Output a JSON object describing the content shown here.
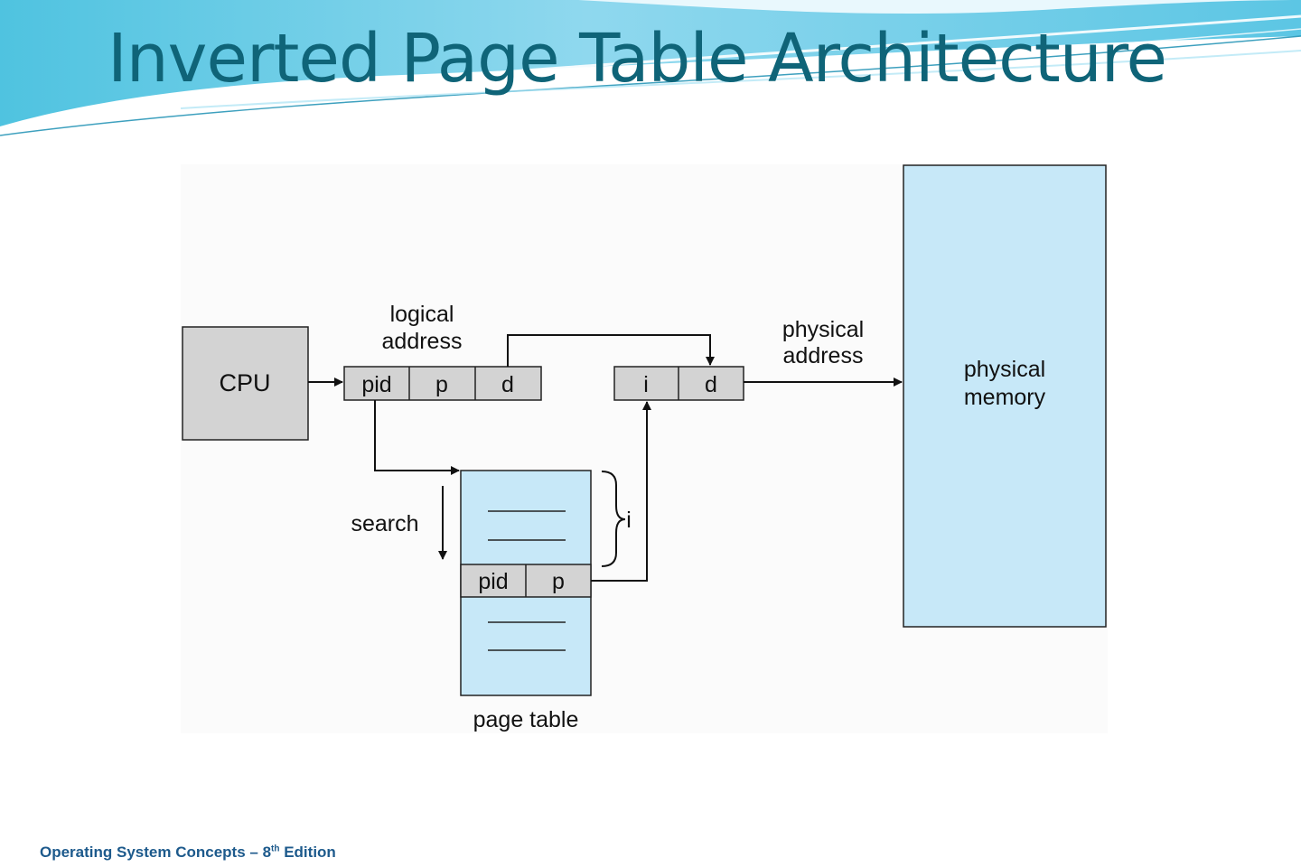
{
  "slide": {
    "title": "Inverted Page Table Architecture"
  },
  "diagram": {
    "cpu_label": "CPU",
    "logical_address_label": [
      "logical",
      "address"
    ],
    "logical_fields": [
      "pid",
      "p",
      "d"
    ],
    "physical_fields": [
      "i",
      "d"
    ],
    "physical_address_label": [
      "physical",
      "address"
    ],
    "physical_memory_label": [
      "physical",
      "memory"
    ],
    "search_label": "search",
    "brace_label": "i",
    "page_table_entry": [
      "pid",
      "p"
    ],
    "page_table_label": "page table"
  },
  "footer": {
    "text": "Operating System Concepts – 8",
    "sup": "th",
    "suffix": " Edition"
  },
  "colors": {
    "title": "#0f6478",
    "box_fill_gray": "#d3d3d3",
    "box_fill_blue": "#c7e8f8",
    "footer": "#1d5a8c"
  }
}
